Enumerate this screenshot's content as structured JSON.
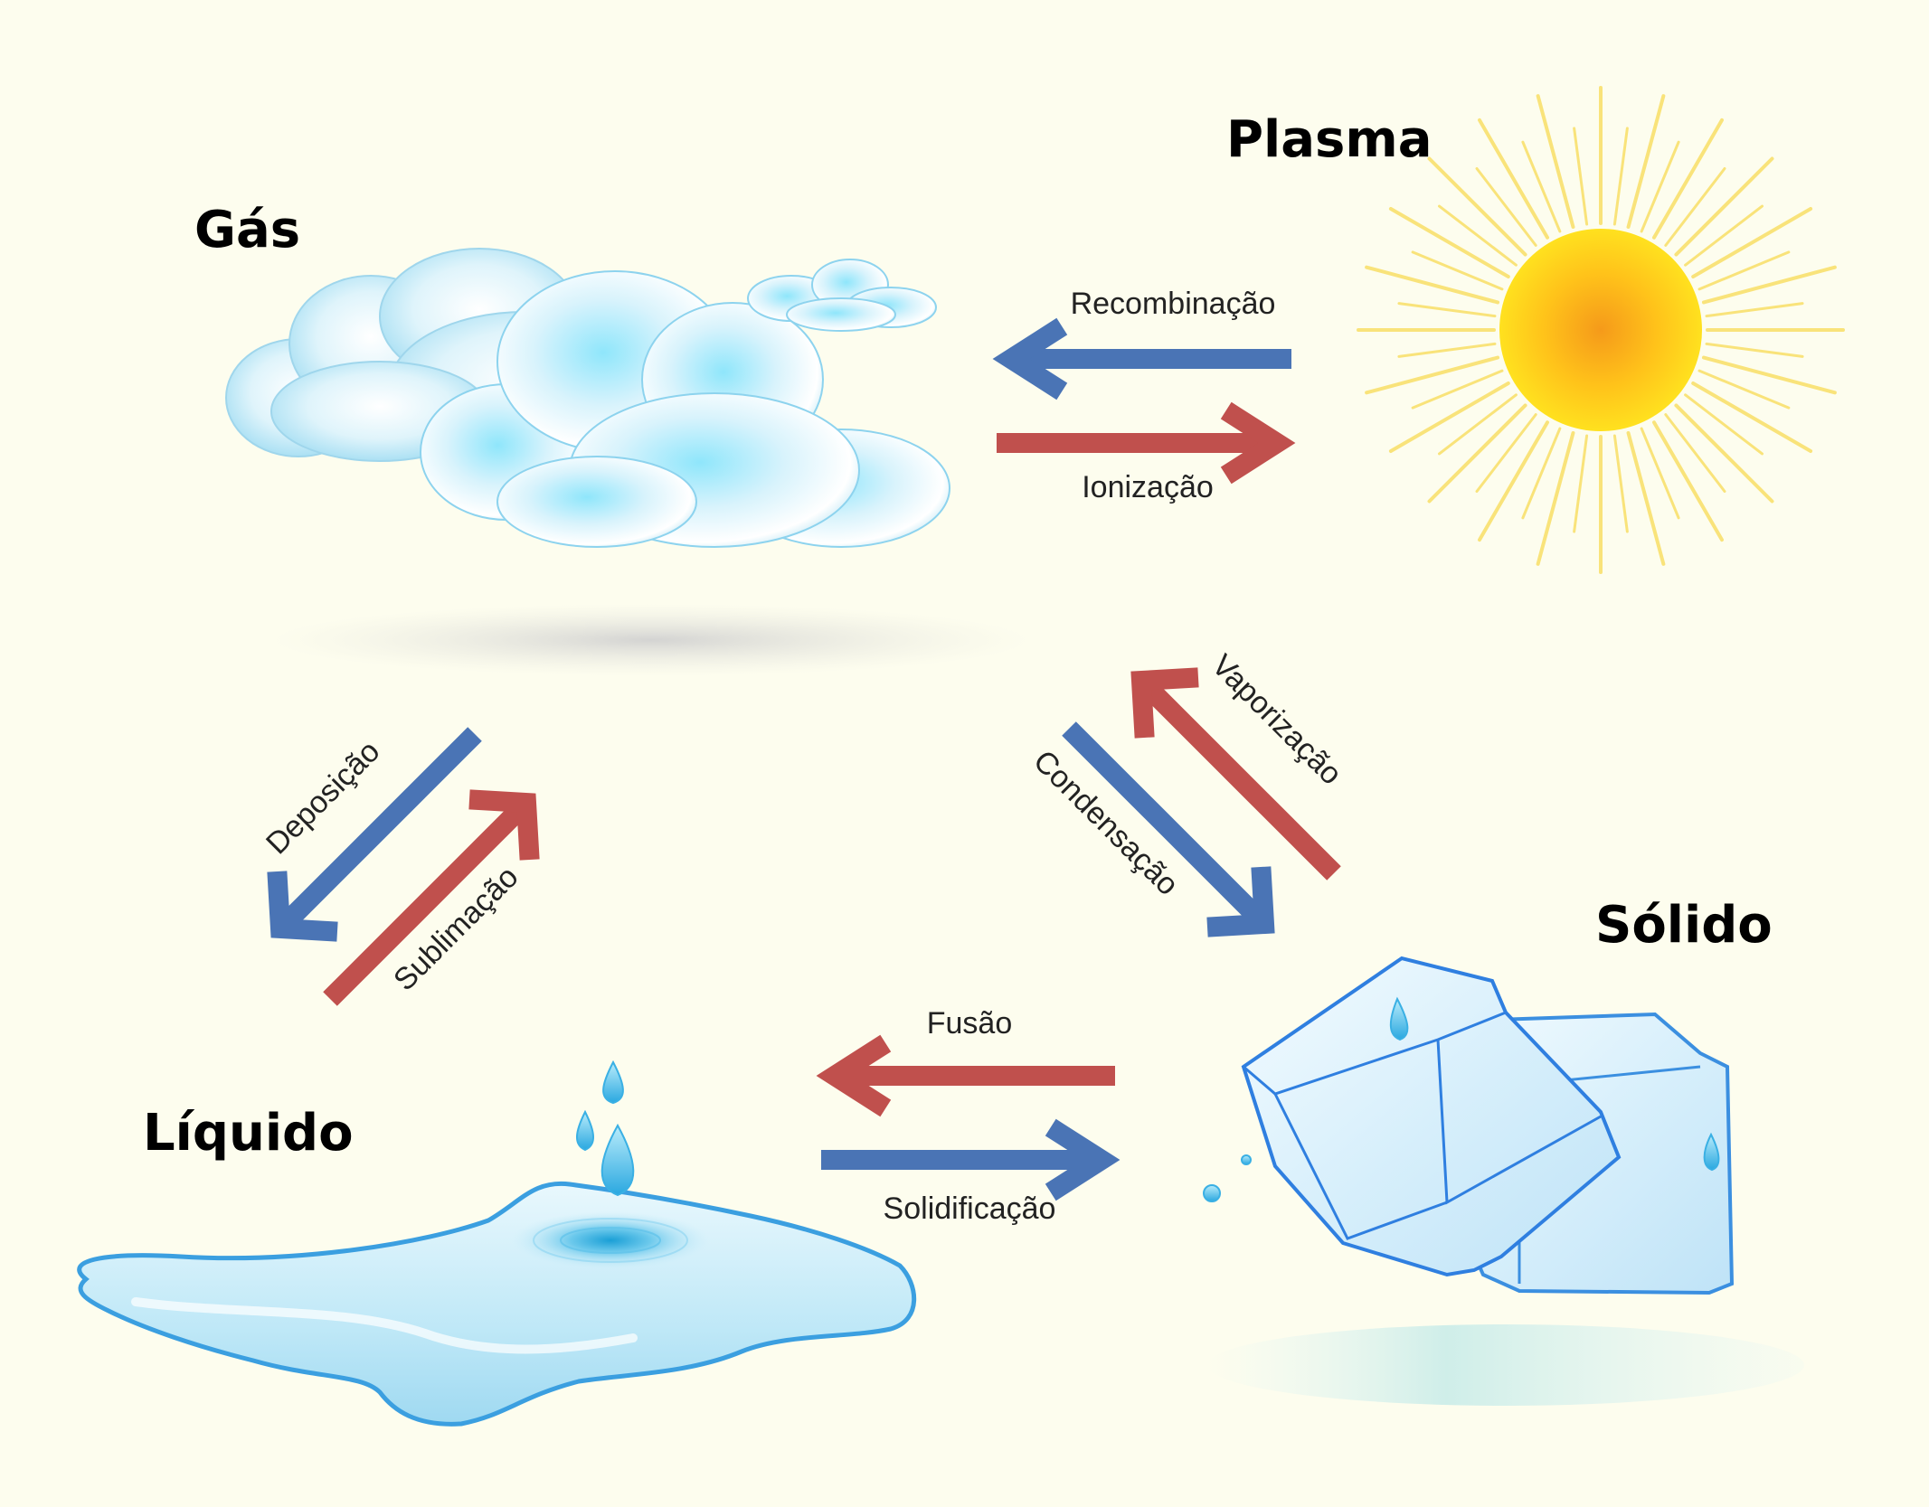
{
  "states": {
    "gas": "Gás",
    "plasma": "Plasma",
    "liquid": "Líquido",
    "solid": "Sólido"
  },
  "processes": {
    "recombination": "Recombinação",
    "ionization": "Ionização",
    "deposition": "Deposição",
    "sublimation": "Sublimação",
    "vaporization": "Vaporização",
    "condensation": "Condensação",
    "fusion": "Fusão",
    "solidification": "Solidificação"
  },
  "colors": {
    "background": "#fdfdee",
    "arrow_blue": "#4a74b5",
    "arrow_red": "#c0504d",
    "sun_core": "#ffd21a",
    "sun_rays": "#f9e37a"
  }
}
